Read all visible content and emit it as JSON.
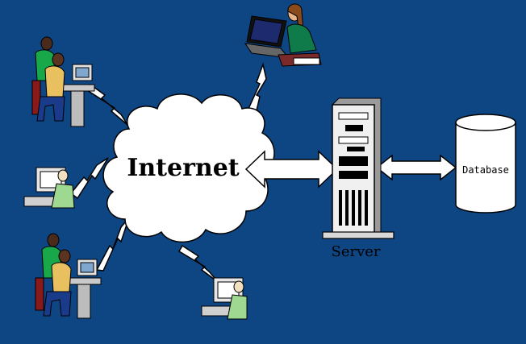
{
  "nodes": {
    "internet": "Internet",
    "server": "Server",
    "database": "Database"
  },
  "colors": {
    "background": "#0e4583",
    "cloud": "#ffffff",
    "outline": "#000000",
    "lightning": "#ffffff",
    "server_body": "#f0f0f0",
    "server_shadow": "#9a9a9a"
  },
  "icons": [
    "workstation-two-users-icon",
    "laptop-woman-icon",
    "crt-monitor-user-icon",
    "server-tower-icon",
    "database-cylinder-icon",
    "lightning-link-icon",
    "double-arrow-icon"
  ]
}
